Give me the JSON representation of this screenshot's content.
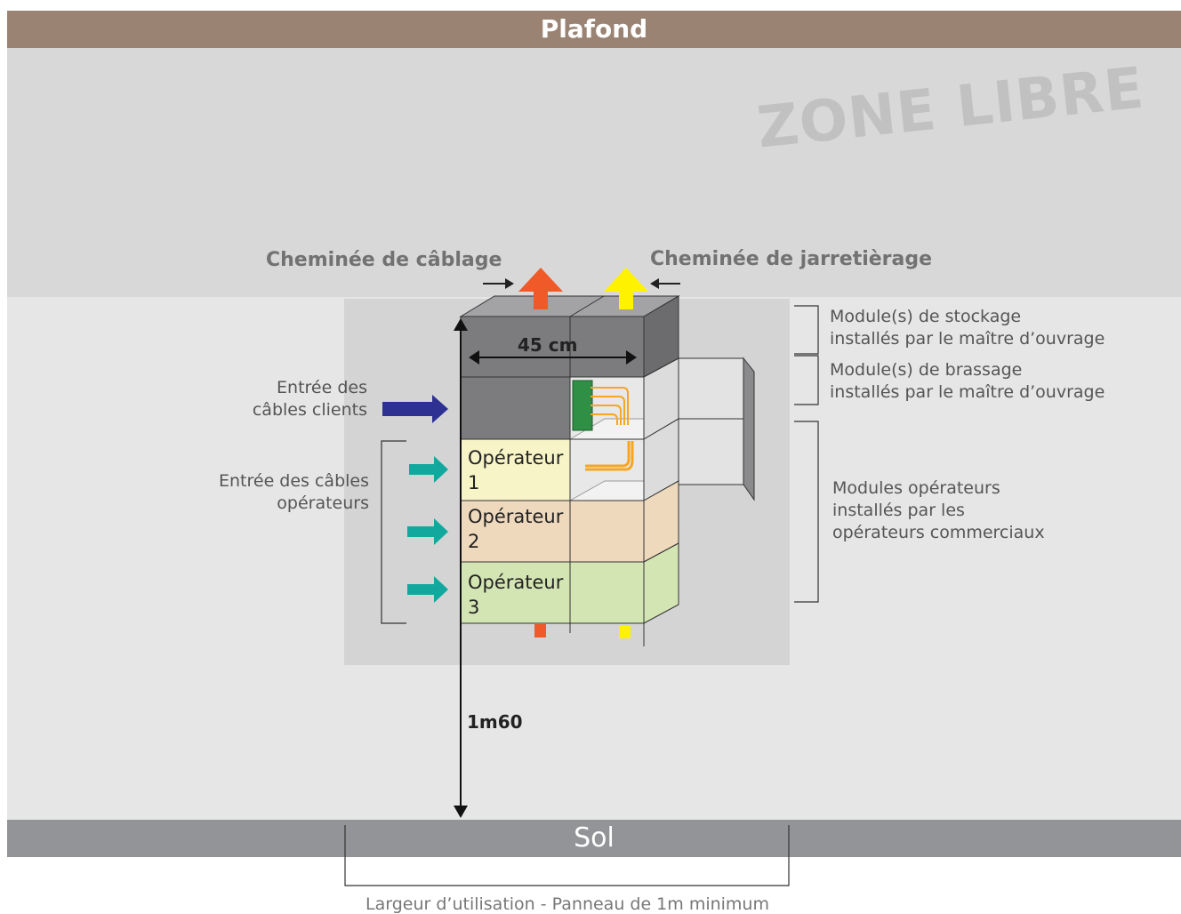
{
  "zones": {
    "ceiling": "Plafond",
    "free_zone": "ZONE LIBRE",
    "floor": "Sol"
  },
  "chimneys": {
    "cabling": "Cheminée de câblage",
    "patching": "Cheminée de jarretièrage"
  },
  "dimensions": {
    "width": "45 cm",
    "height": "1m60"
  },
  "left_labels": {
    "client_cables": "Entrée des\ncâbles clients",
    "operator_cables": "Entrée des câbles\nopérateurs"
  },
  "right_labels": {
    "storage": "Module(s) de stockage\ninstallés par le maître d’ouvrage",
    "patching": "Module(s) de brassage\ninstallés par le maître d’ouvrage",
    "operators": "Modules opérateurs\ninstallés par les\nopérateurs commerciaux"
  },
  "operators": [
    {
      "label": "Opérateur\n1",
      "color": "#f7f4c8"
    },
    {
      "label": "Opérateur\n2",
      "color": "#efd9bd"
    },
    {
      "label": "Opérateur\n3",
      "color": "#d4e5b4"
    }
  ],
  "usage_width": "Largeur d’utilisation - Panneau de 1m minimum",
  "colors": {
    "ceiling": "#9b8373",
    "floor": "#939497",
    "cabling_arrow": "#ef5a28",
    "patching_arrow": "#fff200",
    "client_arrow": "#2e3092",
    "operator_arrow": "#13a89e",
    "module_dark": "#7c7c7f"
  }
}
